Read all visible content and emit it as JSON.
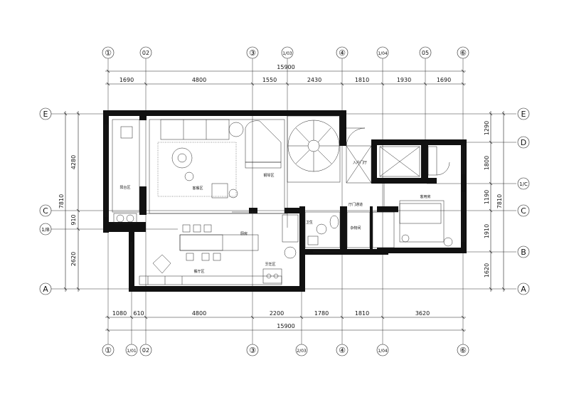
{
  "grid_top": [
    "①",
    "02",
    "③",
    "1/03",
    "④",
    "1/04",
    "05",
    "⑥"
  ],
  "grid_bottom": [
    "①",
    "1/01",
    "02",
    "③",
    "2/03",
    "④",
    "1/04",
    "⑥"
  ],
  "grid_left": [
    "E",
    "C",
    "1/B",
    "A"
  ],
  "grid_right": [
    "E",
    "D",
    "1/C",
    "C",
    "B",
    "A"
  ],
  "dims": {
    "top_total": "15900",
    "top_segments": [
      "1690",
      "4800",
      "1550",
      "2430",
      "1810",
      "1930",
      "1690"
    ],
    "bottom_total": "15900",
    "bottom_segments": [
      "1080",
      "610",
      "4800",
      "2200",
      "1780",
      "1810",
      "3620"
    ],
    "left_total": "7810",
    "left_segments": [
      "4280",
      "910",
      "2620"
    ],
    "right_total": "7810",
    "right_segments": [
      "1290",
      "1800",
      "1190",
      "1910",
      "1620"
    ]
  },
  "rooms": {
    "balcony": "阳台区",
    "living": "客餐区",
    "piano": "钢琴区",
    "entrance": "入户门厅",
    "guest_bedroom": "客用房",
    "kitchen": "厨房",
    "wc": "卫生",
    "storage": "杂物间",
    "dining": "餐厅区",
    "cooking": "烹饪区",
    "hall": "厅门通道"
  }
}
